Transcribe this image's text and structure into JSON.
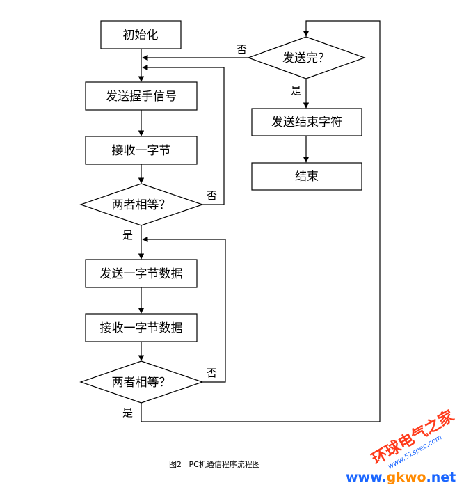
{
  "nodes": {
    "init": "初始化",
    "send_handshake": "发送握手信号",
    "recv_byte": "接收一字节",
    "compare1": "两者相等？",
    "send_byte_data": "发送一字节数据",
    "recv_byte_data": "接收一字节数据",
    "compare2": "两者相等？",
    "send_done": "发送完？",
    "send_end_char": "发送结束字符",
    "end": "结束"
  },
  "edge_labels": {
    "compare1_no": "否",
    "compare1_yes": "是",
    "compare2_no": "否",
    "compare2_yes": "是",
    "send_done_no": "否",
    "send_done_yes": "是"
  },
  "caption": "图2   PC机通信程序流程图",
  "watermark": {
    "cn": "环球电气之家",
    "url": "www.51spec.com",
    "brand_www": "www.",
    "brand_main": "gkwo",
    "brand_net": ".net",
    "colors": {
      "red": "#ff3a1a",
      "blue": "#1a66ff",
      "orange": "#ff8a00"
    }
  }
}
